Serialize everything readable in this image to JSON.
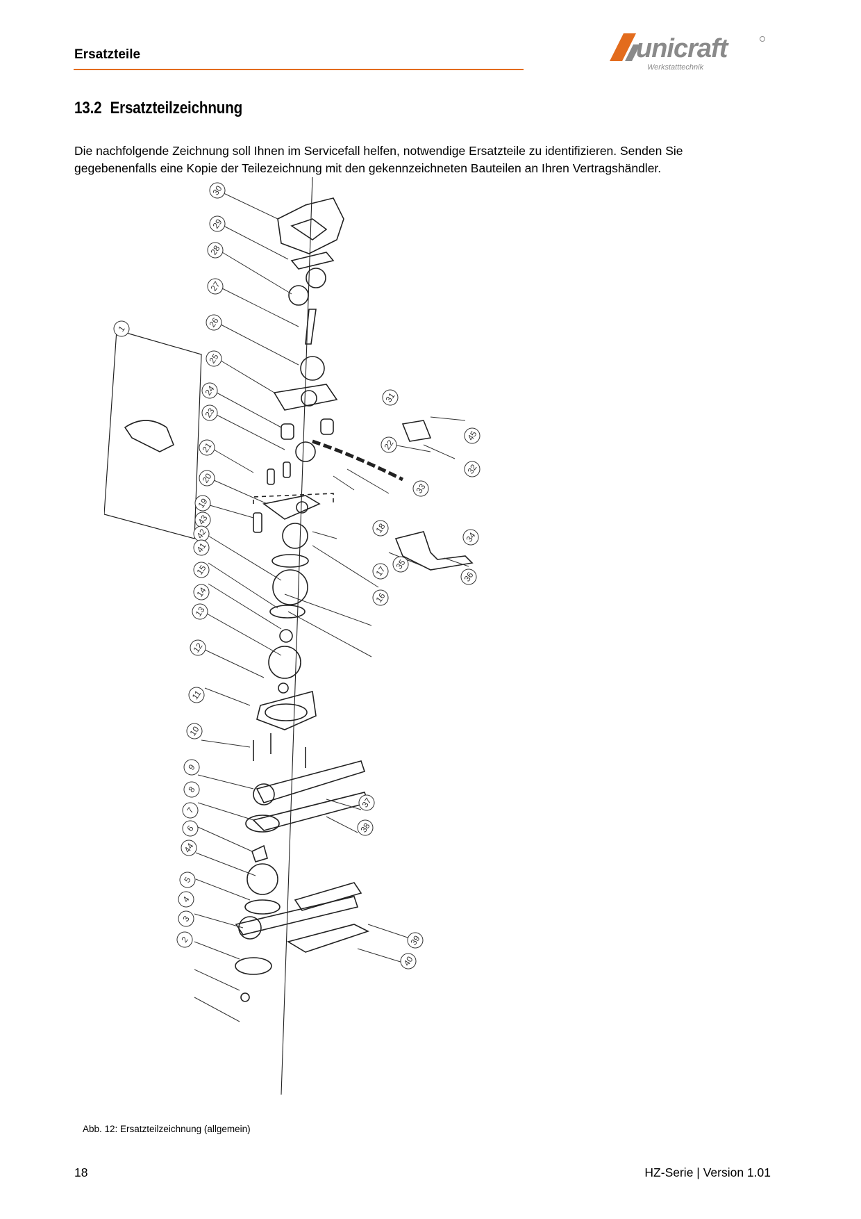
{
  "header": {
    "title": "Ersatzteile",
    "logo_text": "unicraft",
    "logo_subtitle": "Werkstatttechnik",
    "accent_color": "#e36c1d"
  },
  "section": {
    "number": "13.2",
    "title": "Ersatzteilzeichnung"
  },
  "intro_text": "Die nachfolgende Zeichnung soll Ihnen im Servicefall helfen, notwendige Ersatzteile zu identifizieren. Senden Sie gegebenenfalls eine Kopie der Teilezeichnung mit den gekennzeichneten Bauteilen an Ihren Vertragshändler.",
  "drawing": {
    "part_numbers": [
      "1",
      "2",
      "3",
      "4",
      "5",
      "6",
      "7",
      "8",
      "9",
      "10",
      "11",
      "12",
      "13",
      "14",
      "15",
      "16",
      "17",
      "18",
      "19",
      "20",
      "21",
      "22",
      "23",
      "24",
      "25",
      "26",
      "27",
      "28",
      "29",
      "30",
      "31",
      "32",
      "33",
      "34",
      "35",
      "36",
      "37",
      "38",
      "39",
      "40",
      "41",
      "42",
      "43",
      "44",
      "45"
    ]
  },
  "caption": "Abb. 12: Ersatzteilzeichnung (allgemein)",
  "footer": {
    "page_number": "18",
    "document": "HZ-Serie | Version 1.01"
  }
}
